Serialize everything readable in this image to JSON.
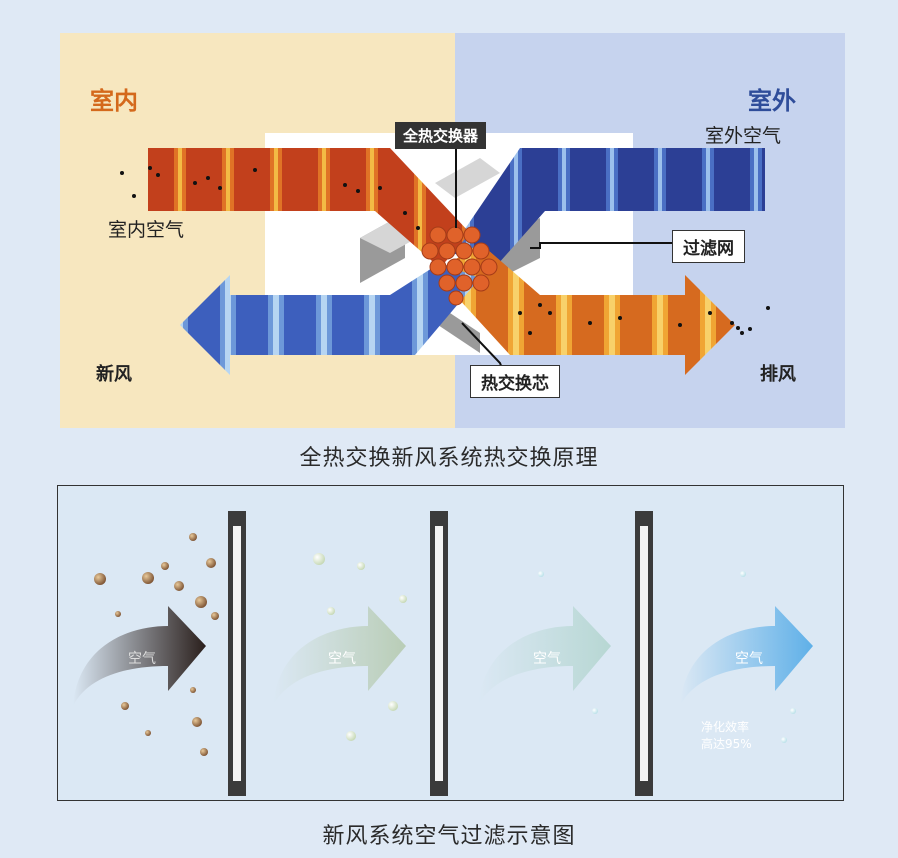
{
  "diagram1": {
    "label_indoor": "室内",
    "label_outdoor": "室外",
    "label_outdoor_air": "室外空气",
    "label_indoor_air": "室内空气",
    "label_exchanger": "全热交换器",
    "label_filter": "过滤网",
    "label_fresh_air": "新风",
    "label_exhaust": "排风",
    "label_core": "热交换芯",
    "caption": "全热交换新风系统热交换原理",
    "colors": {
      "indoor_bg": "#f7e7bf",
      "outdoor_bg": "#c6d3ee",
      "indoor_title": "#d4691c",
      "outdoor_title": "#2f4d9a"
    }
  },
  "diagram2": {
    "stages": [
      {
        "label": "空气"
      },
      {
        "label": "空气"
      },
      {
        "label": "空气"
      },
      {
        "label": "空气"
      }
    ],
    "efficiency_line1": "净化效率",
    "efficiency_line2": "高达95%",
    "caption": "新风系统空气过滤示意图"
  }
}
